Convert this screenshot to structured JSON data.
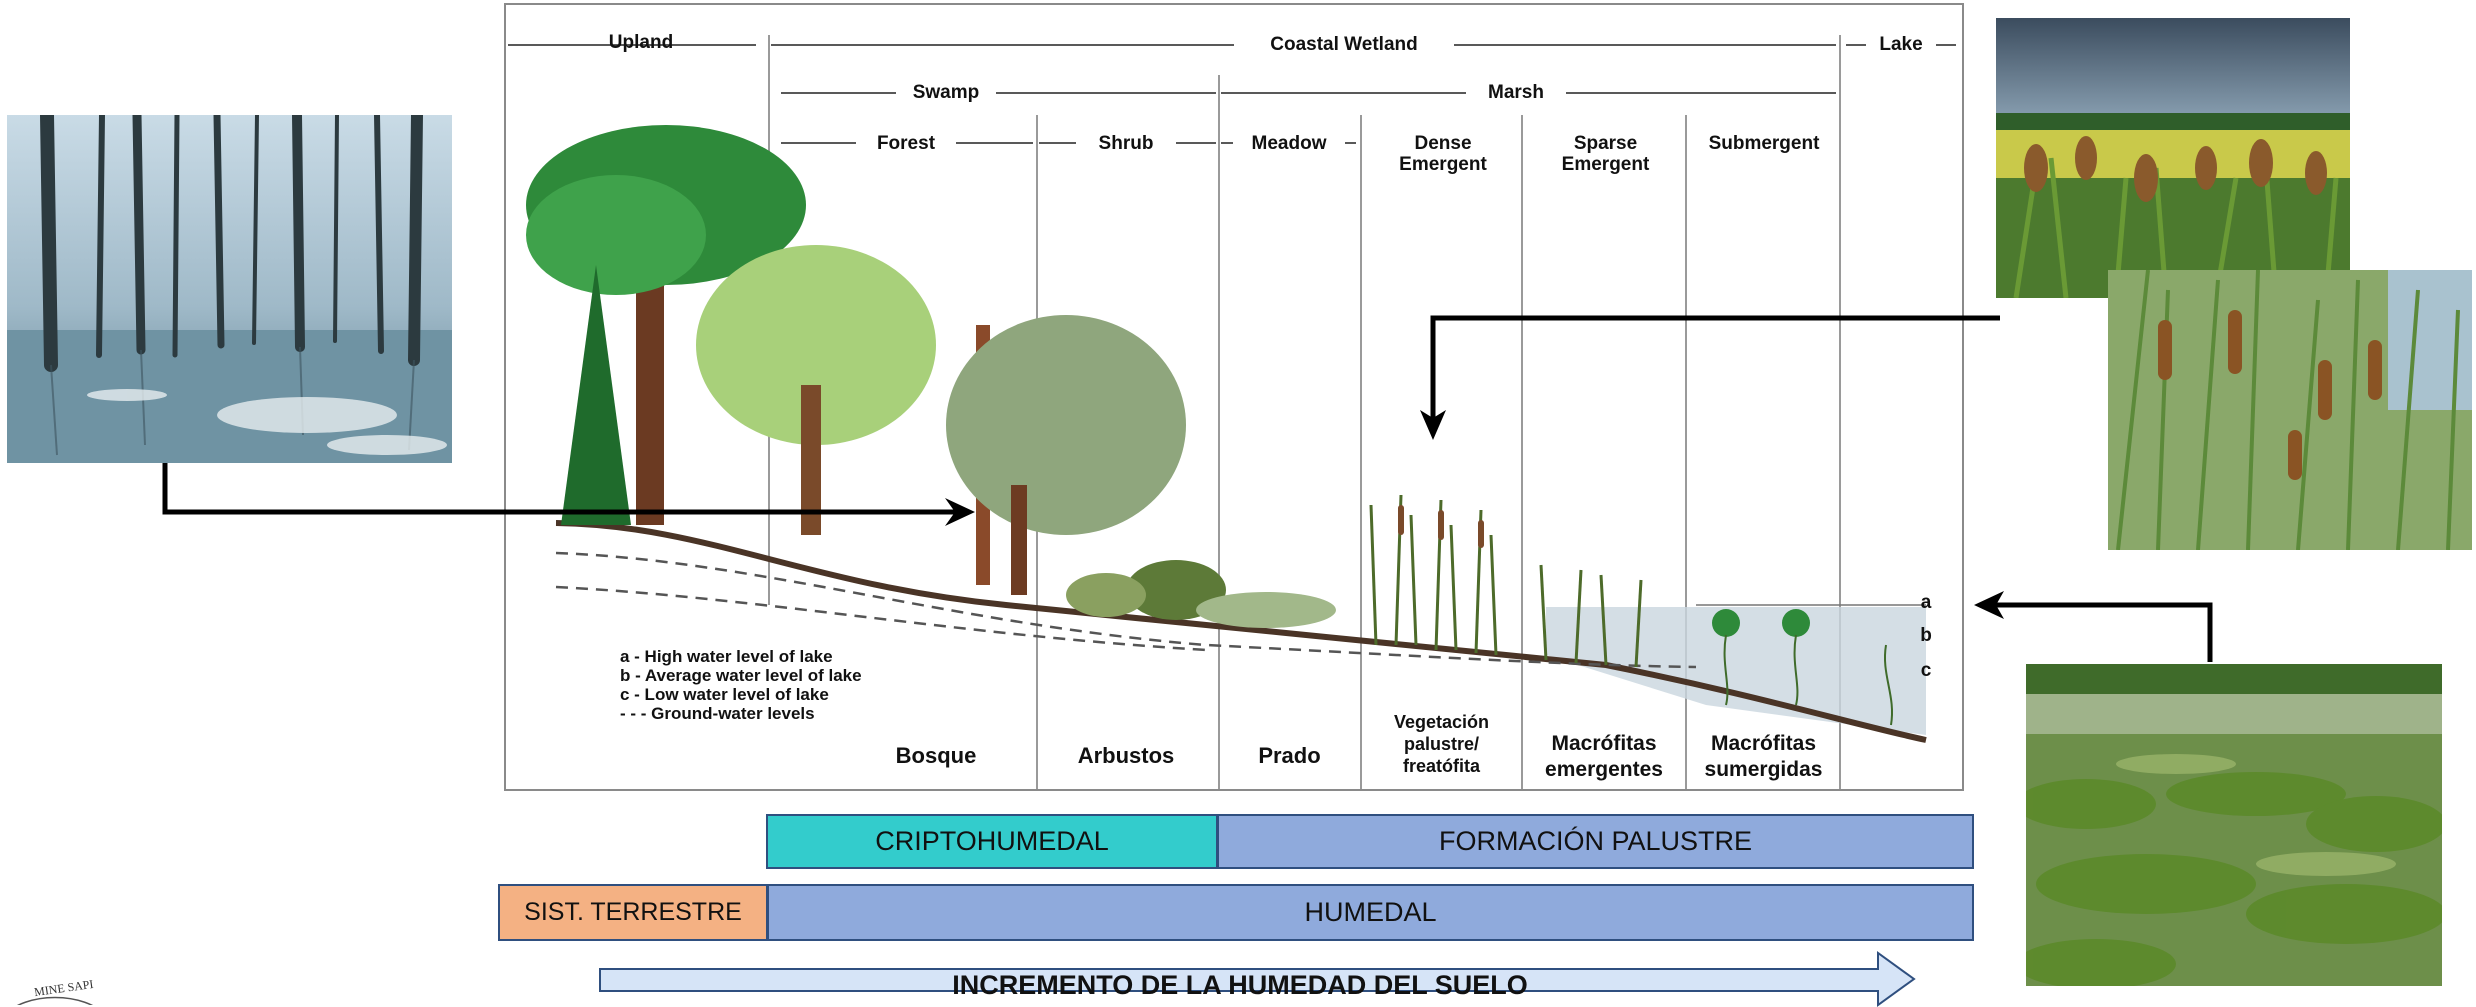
{
  "header_zones": {
    "upland": "Upland",
    "coastal_wetland": "Coastal Wetland",
    "lake": "Lake",
    "swamp": "Swamp",
    "marsh": "Marsh",
    "forest": "Forest",
    "shrub": "Shrub",
    "meadow": "Meadow",
    "dense_emergent_1": "Dense",
    "dense_emergent_2": "Emergent",
    "sparse_emergent_1": "Sparse",
    "sparse_emergent_2": "Emergent",
    "submergent": "Submergent"
  },
  "water_levels": {
    "a": "a",
    "b": "b",
    "c": "c"
  },
  "legend": {
    "a": "a - High water level of lake",
    "b": "b - Average water level of lake",
    "c": "c - Low water level of lake",
    "ground": "- - -  Ground-water levels"
  },
  "spanish_zones": {
    "bosque": "Bosque",
    "arbustos": "Arbustos",
    "prado": "Prado",
    "vegetacion_1": "Vegetación",
    "vegetacion_2": "palustre/",
    "vegetacion_3": "freatófita",
    "macro_emerg_1": "Macrófitas",
    "macro_emerg_2": "emergentes",
    "macro_sum_1": "Macrófitas",
    "macro_sum_2": "sumergidas"
  },
  "bars": {
    "criptohumedal": "CRIPTOHUMEDAL",
    "formacion_palustre": "FORMACIÓN PALUSTRE",
    "sist_terrestre": "SIST. TERRESTRE",
    "humedal": "HUMEDAL",
    "incremento": "INCREMENTO DE LA HUMEDAD DEL SUELO"
  },
  "logo_text": "MINE SAPI",
  "colors": {
    "criptohumedal": "#33cccc",
    "palustre": "#8faadc",
    "terrestre": "#f4b183",
    "incremento": "#d6e4f7"
  }
}
